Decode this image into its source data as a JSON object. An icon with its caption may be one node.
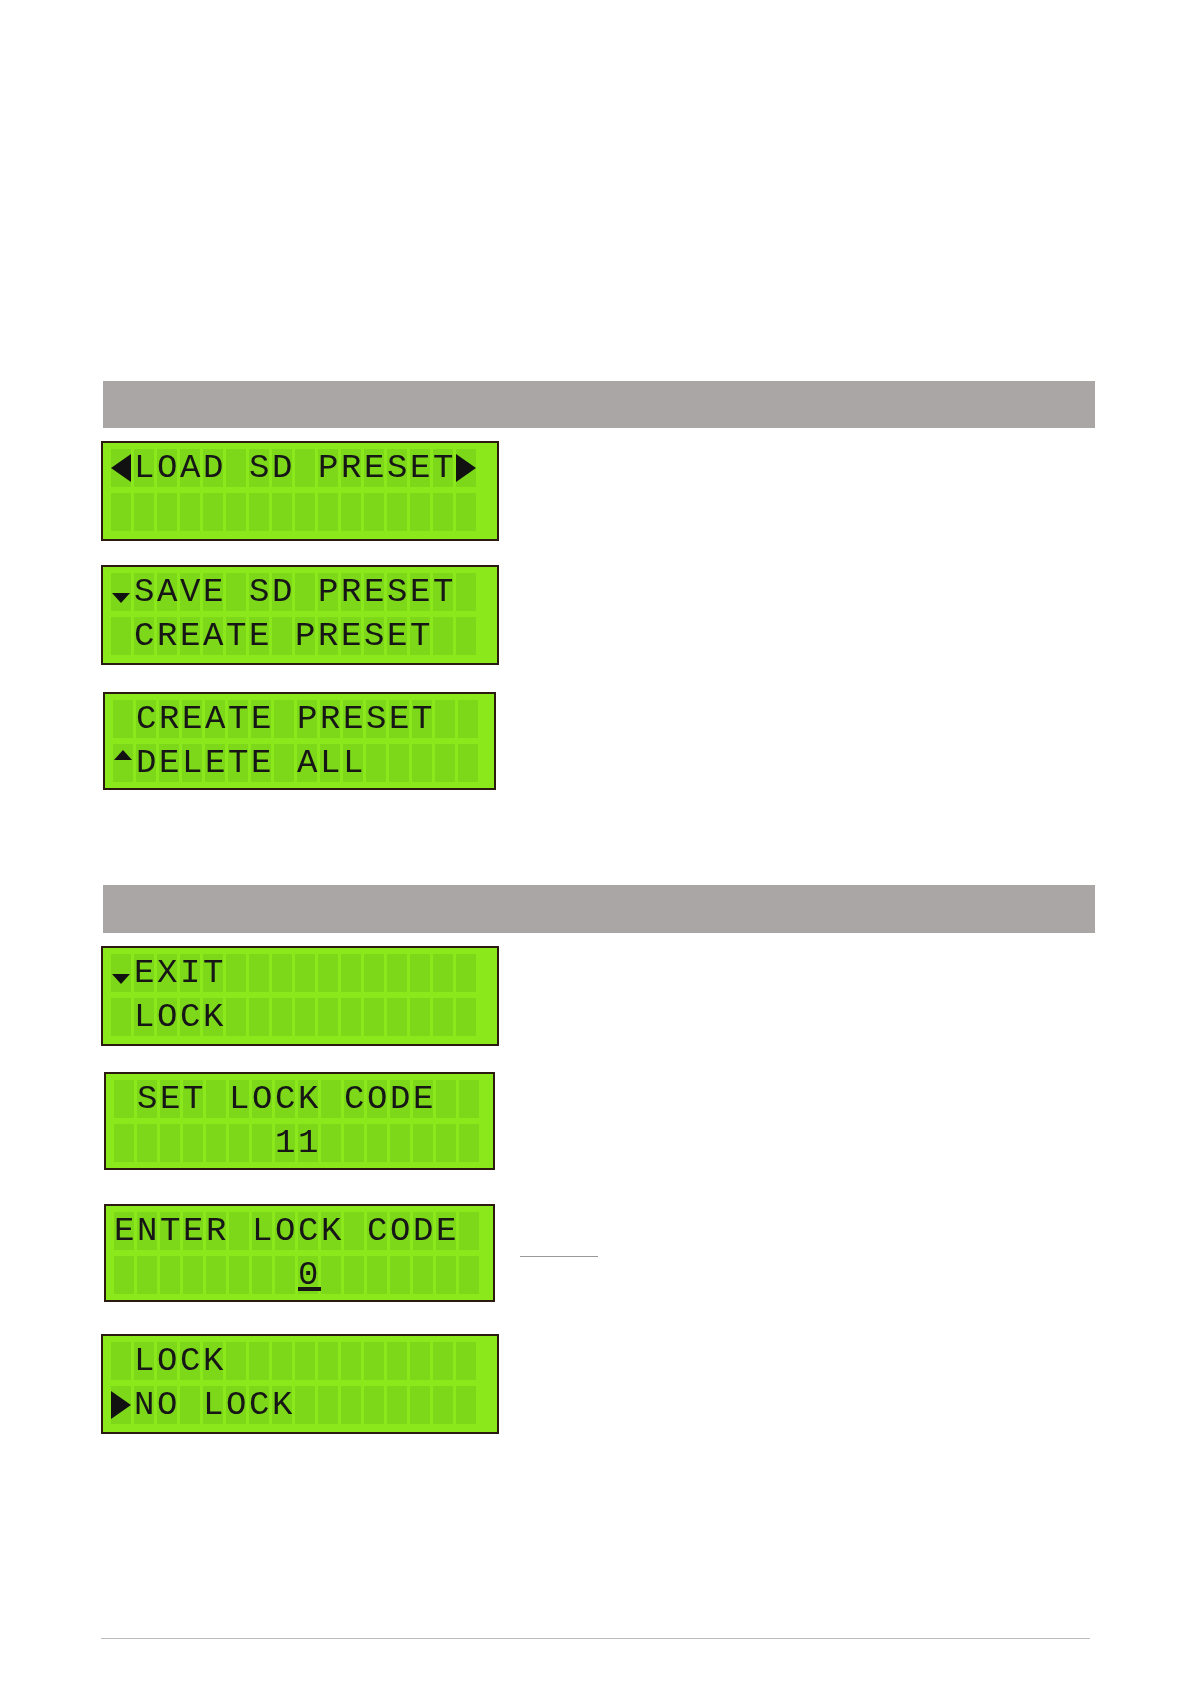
{
  "diagram": {
    "nodes": [
      {
        "text": [],
        "shape": "bar"
      },
      {
        "text": [
          "LOAD SD PRESET"
        ]
      },
      {
        "text": [
          "SAVE SD PRESET",
          "CREATE PRESET"
        ]
      },
      {
        "text": [
          "CREATE PRESET",
          "DELETE ALL"
        ]
      },
      {
        "text": [],
        "shape": "bar"
      },
      {
        "text": [
          "EXIT",
          "LOCK"
        ]
      },
      {
        "text": [
          "SET LOCK CODE",
          "11"
        ]
      },
      {
        "text": [
          "ENTER LOCK CODE",
          "0"
        ]
      },
      {
        "text": [
          "LOCK",
          "NO LOCK"
        ]
      }
    ]
  }
}
